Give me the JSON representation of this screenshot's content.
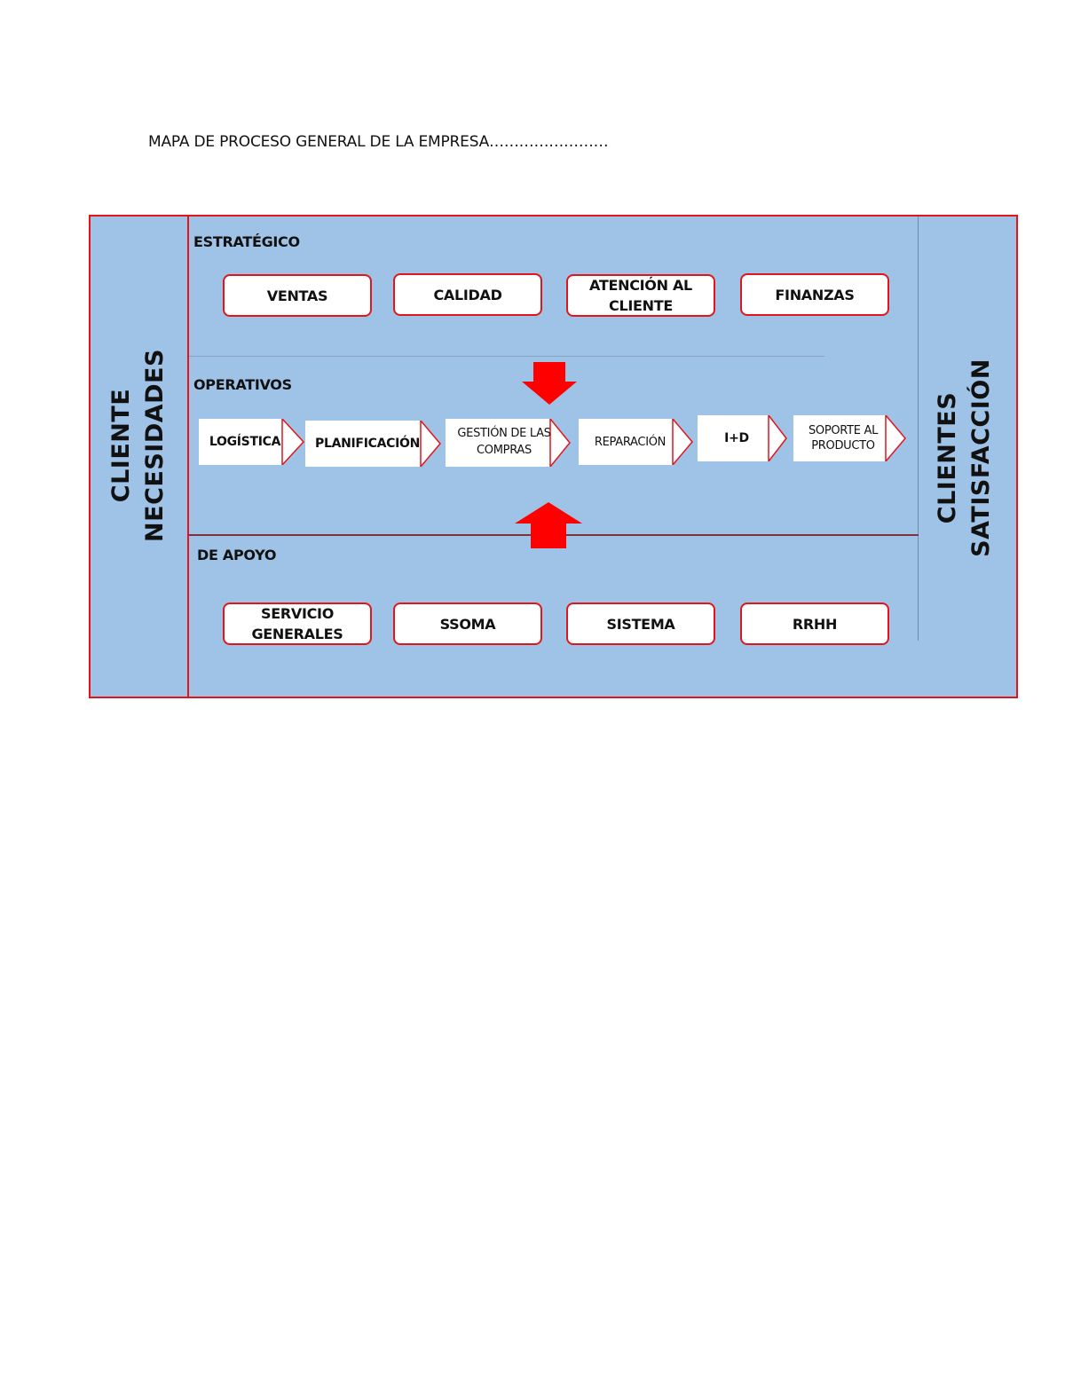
{
  "title": "MAPA DE PROCESO GENERAL DE LA EMPRESA……………………",
  "left_label": [
    "CLIENTE",
    "NECESIDADES"
  ],
  "right_label": [
    "CLIENTES",
    "SATISFACCIÓN"
  ],
  "strategic": {
    "title": "ESTRATÉGICO",
    "boxes": [
      "VENTAS",
      "CALIDAD",
      "ATENCIÓN AL CLIENTE",
      "FINANZAS"
    ]
  },
  "operative": {
    "title": "OPERATIVOS",
    "steps": [
      "LOGÍSTICA",
      "PLANIFICACIÓN",
      "GESTIÓN DE LAS COMPRAS",
      "REPARACIÓN",
      "I+D",
      "SOPORTE AL PRODUCTO"
    ]
  },
  "support": {
    "title": "DE APOYO",
    "boxes": [
      "SERVICIO GENERALES",
      "SSOMA",
      "SISTEMA",
      "RRHH"
    ]
  },
  "colors": {
    "background": "#9fc3e6",
    "border": "#e2151a",
    "arrow": "#ff0000",
    "box_fill": "#ffffff"
  }
}
